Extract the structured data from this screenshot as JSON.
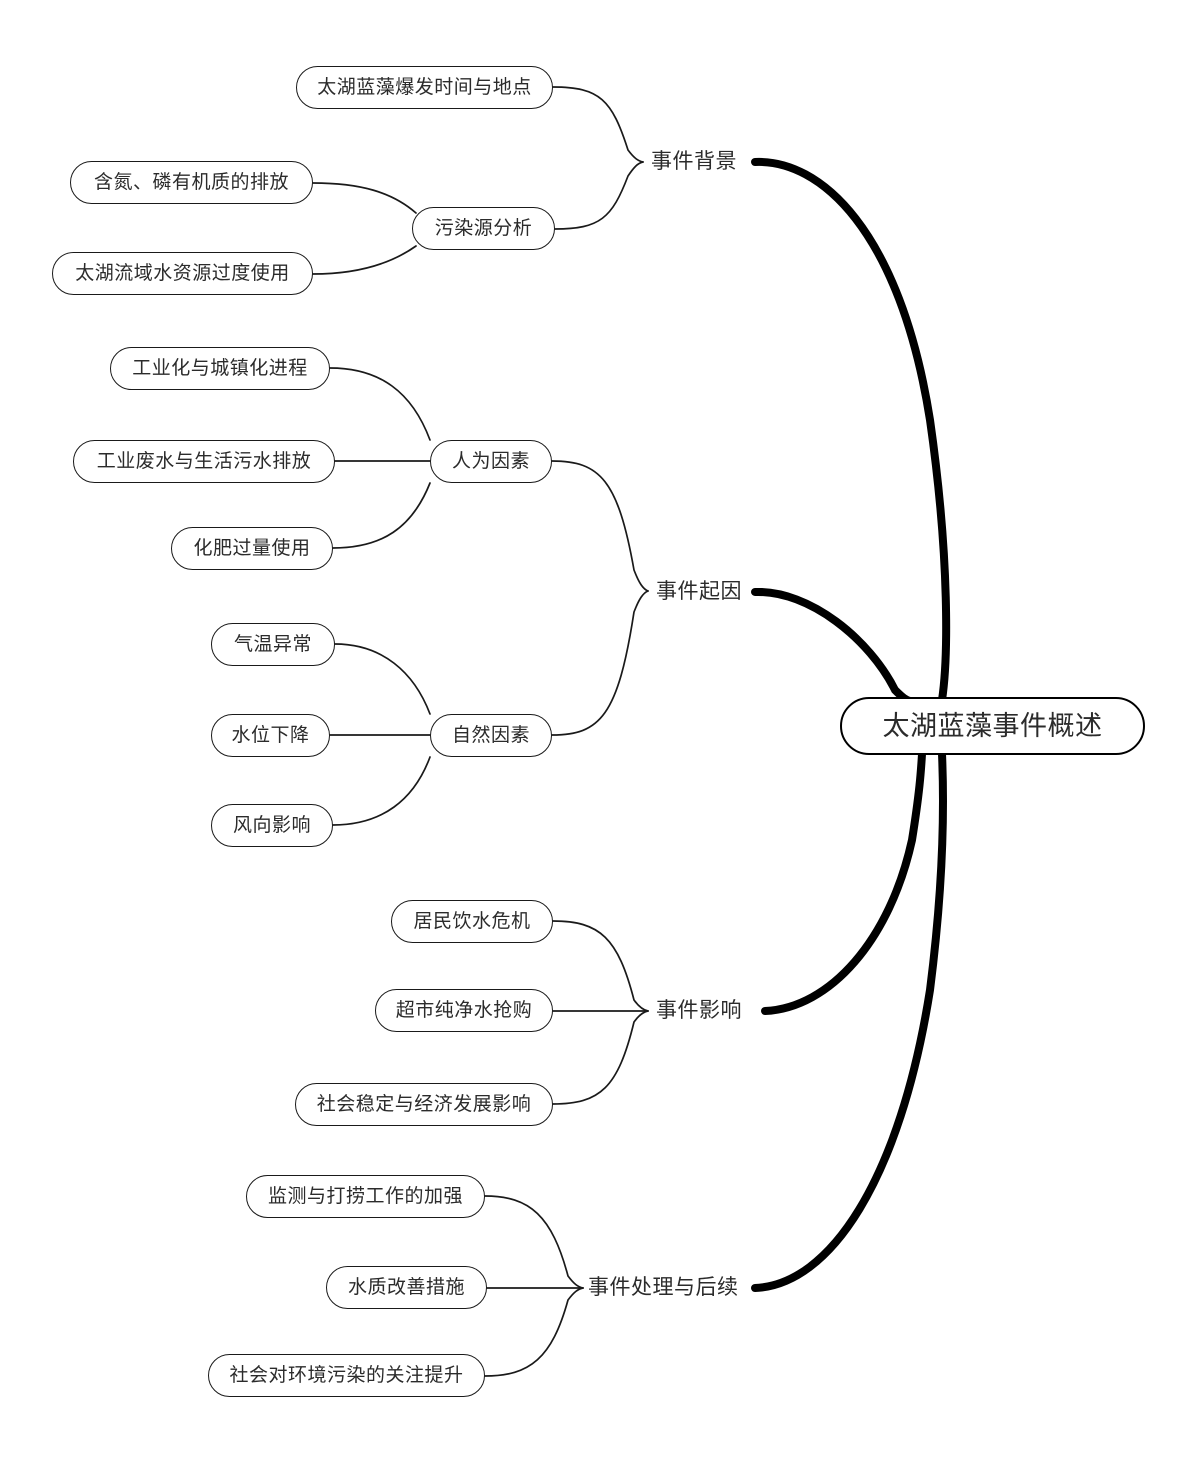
{
  "diagram": {
    "type": "mind-map",
    "title": "太湖蓝藻事件概述",
    "central_node": {
      "label": "太湖蓝藻事件概述"
    },
    "branches": [
      {
        "label": "事件背景",
        "children": [
          {
            "label": "太湖蓝藻爆发时间与地点",
            "children": []
          },
          {
            "label": "污染源分析",
            "children": [
              {
                "label": "含氮、磷有机质的排放"
              },
              {
                "label": "太湖流域水资源过度使用"
              }
            ]
          }
        ]
      },
      {
        "label": "事件起因",
        "children": [
          {
            "label": "人为因素",
            "children": [
              {
                "label": "工业化与城镇化进程"
              },
              {
                "label": "工业废水与生活污水排放"
              },
              {
                "label": "化肥过量使用"
              }
            ]
          },
          {
            "label": "自然因素",
            "children": [
              {
                "label": "气温异常"
              },
              {
                "label": "水位下降"
              },
              {
                "label": "风向影响"
              }
            ]
          }
        ]
      },
      {
        "label": "事件影响",
        "children": [
          {
            "label": "居民饮水危机",
            "children": []
          },
          {
            "label": "超市纯净水抢购",
            "children": []
          },
          {
            "label": "社会稳定与经济发展影响",
            "children": []
          }
        ]
      },
      {
        "label": "事件处理与后续",
        "children": [
          {
            "label": "监测与打捞工作的加强",
            "children": []
          },
          {
            "label": "水质改善措施",
            "children": []
          },
          {
            "label": "社会对环境污染的关注提升",
            "children": []
          }
        ]
      }
    ],
    "colors": {
      "stroke": "#1a1a1a",
      "trunk": "#000000",
      "text": "#2b2b2b",
      "background": "#ffffff"
    }
  }
}
